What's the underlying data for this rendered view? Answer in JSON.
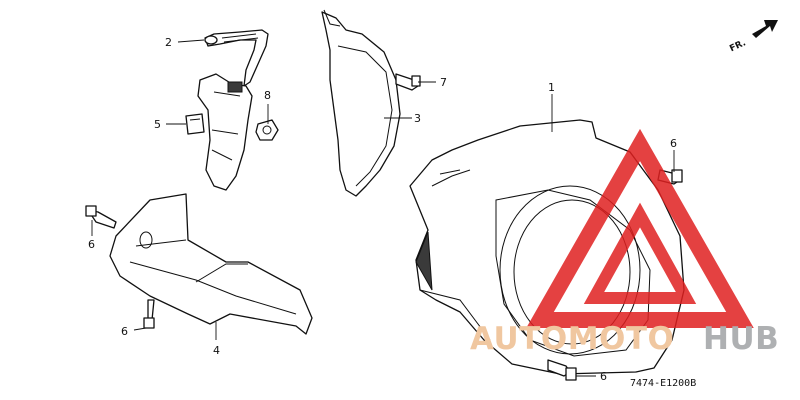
{
  "diagram": {
    "orientation_label": "FR.",
    "diagram_code": "7474-E1200B",
    "callouts": [
      {
        "id": "c1",
        "number": "1"
      },
      {
        "id": "c2",
        "number": "2"
      },
      {
        "id": "c3",
        "number": "3"
      },
      {
        "id": "c4",
        "number": "4"
      },
      {
        "id": "c5",
        "number": "5"
      },
      {
        "id": "c6a",
        "number": "6"
      },
      {
        "id": "c6b",
        "number": "6"
      },
      {
        "id": "c6c",
        "number": "6"
      },
      {
        "id": "c6d",
        "number": "6"
      },
      {
        "id": "c7",
        "number": "7"
      },
      {
        "id": "c8",
        "number": "8"
      }
    ]
  },
  "watermark": {
    "brand_part1": "AUTOMOTO",
    "brand_part2": "HUB",
    "colors": {
      "triangle": "#e02020",
      "text_orange": "#f0c7a0",
      "text_gray": "#aeb0b2"
    }
  }
}
